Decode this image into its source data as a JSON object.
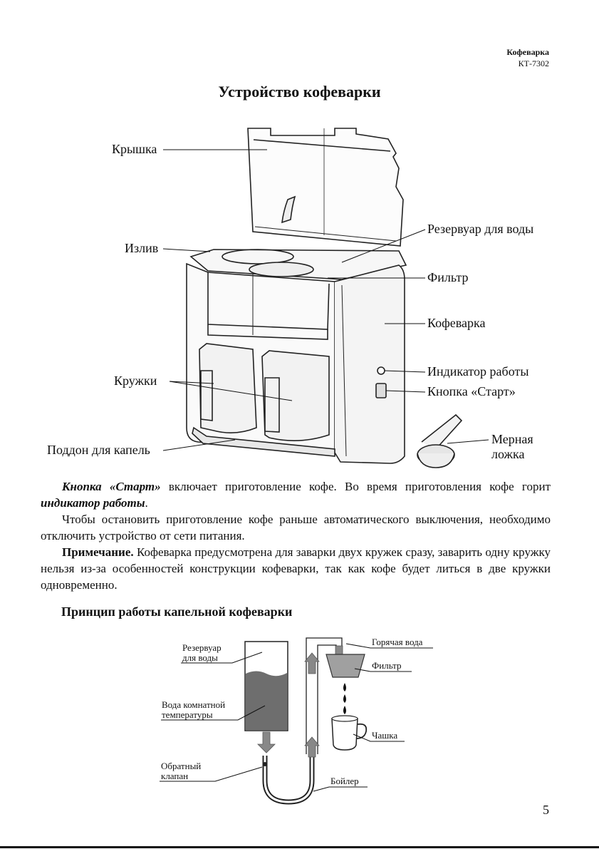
{
  "header": {
    "model_name": "Кофеварка",
    "model_code": "КТ-7302"
  },
  "title": "Устройство кофеварки",
  "device_labels": {
    "lid": "Крышка",
    "spout": "Излив",
    "mugs": "Кружки",
    "drip_tray": "Поддон для капель",
    "water_tank": "Резервуар для воды",
    "filter": "Фильтр",
    "body": "Кофеварка",
    "indicator": "Индикатор работы",
    "start_button": "Кнопка «Старт»",
    "spoon_line1": "Мерная",
    "spoon_line2": "ложка"
  },
  "paragraphs": {
    "p1_bi1": "Кнопка «Старт»",
    "p1_t1": " включает приготовление кофе. Во время приготовления кофе горит ",
    "p1_bi2": "индикатор работы",
    "p1_t2": ".",
    "p2": "Чтобы остановить приготовление кофе раньше автоматического выключения, необходимо отключить устройство от сети питания.",
    "p3_b": "Примечание.",
    "p3_t": " Кофеварка предусмотрена для заварки двух кружек сразу, заварить одну кружку нельзя из-за особенностей конструкции кофеварки, так как кофе будет литься в две кружки одновременно."
  },
  "section_title": "Принцип работы капельной кофеварки",
  "diagram_labels": {
    "tank_l1": "Резервуар",
    "tank_l2": "для воды",
    "room_l1": "Вода комнатной",
    "room_l2": "температуры",
    "valve_l1": "Обратный",
    "valve_l2": "клапан",
    "hot_water": "Горячая вода",
    "filter": "Фильтр",
    "cup": "Чашка",
    "boiler": "Бойлер"
  },
  "page_number": "5"
}
